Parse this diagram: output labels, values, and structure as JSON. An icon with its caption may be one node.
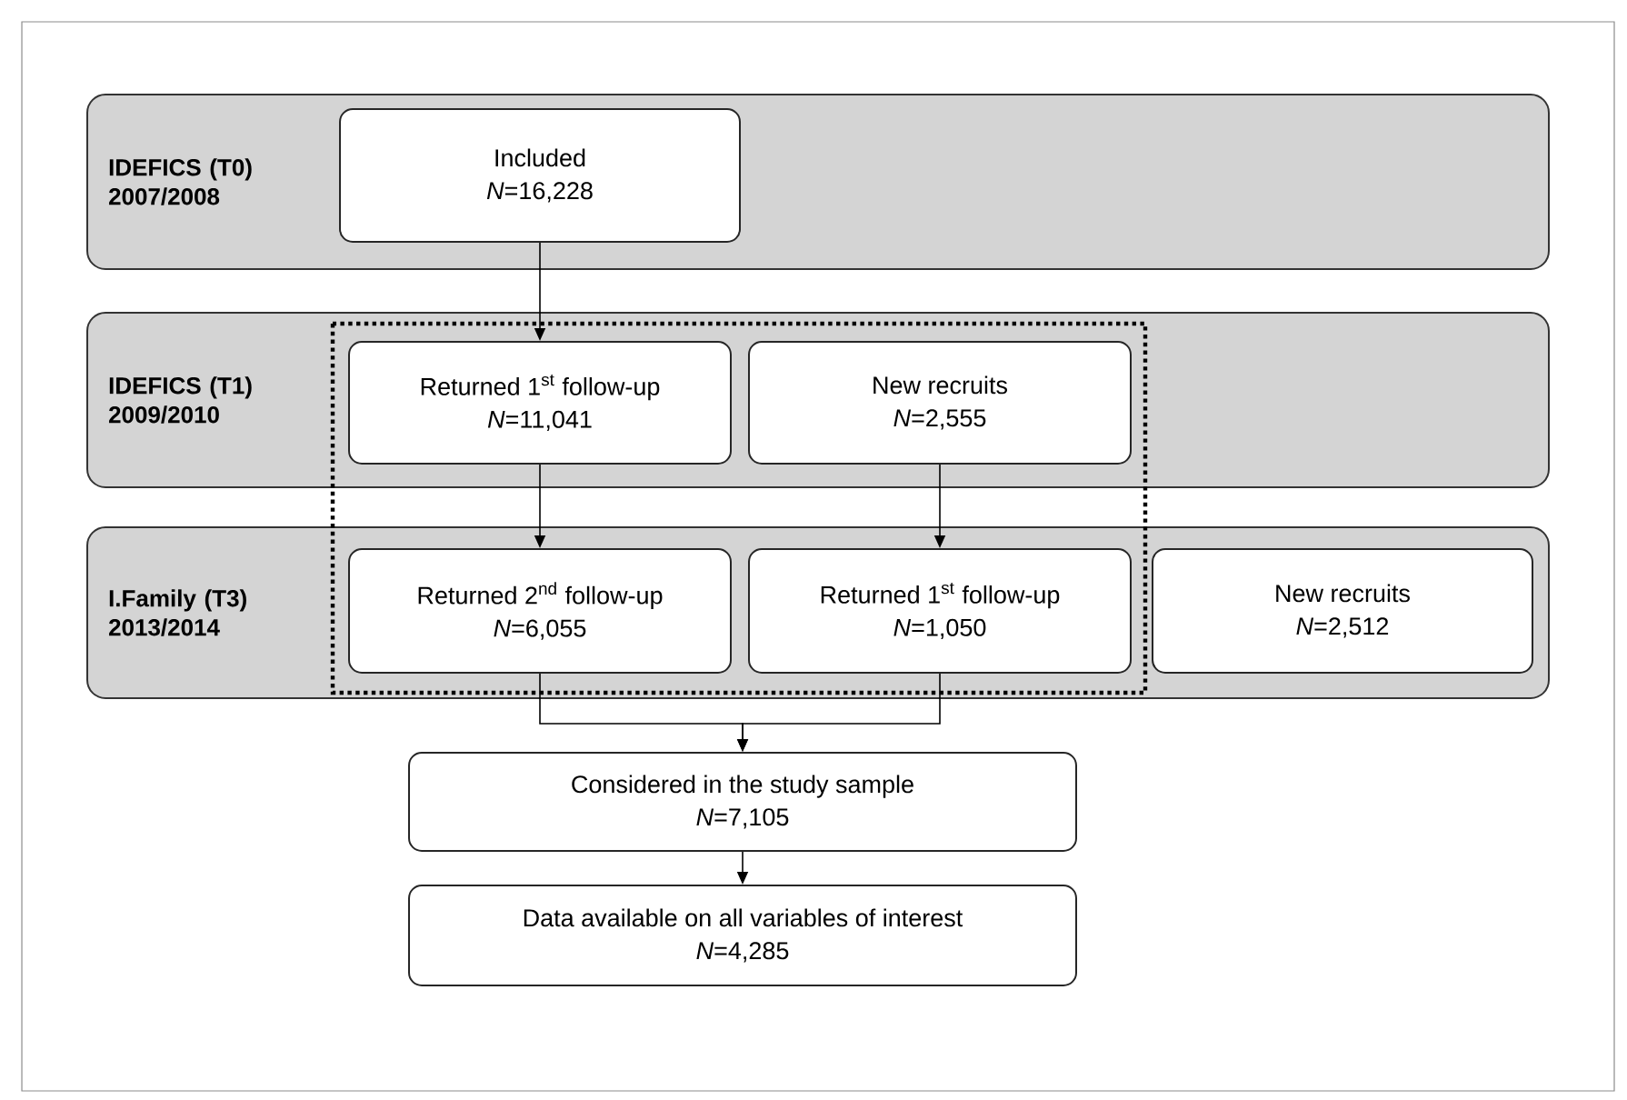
{
  "diagram": {
    "nodes": [
      {
        "text": [
          "IDEFICS (T0) 2007/2008"
        ]
      },
      {
        "text": [
          "Included",
          "*N*=16,228"
        ],
        "in": 0
      },
      {
        "text": [
          "IDEFICS (T1) 2009/2010"
        ]
      },
      {
        "text": [
          "Returned 1$^{st}$ follow-up",
          "*N*=11,041"
        ],
        "in": 2
      },
      {
        "text": [
          "New recruits",
          "*N*=2,555"
        ],
        "in": 2
      },
      {
        "text": [
          "I.Family (T3) 2013/2014"
        ]
      },
      {
        "text": [
          "Returned 2$^{nd}$ follow-up",
          "*N*=6,055"
        ],
        "in": 5
      },
      {
        "text": [
          "Returned 1$^{st}$ follow-up",
          "*N*=1,050"
        ],
        "in": 5
      },
      {
        "text": [
          "New recruits",
          "*N*=2,512"
        ],
        "in": 5
      },
      {
        "text": [
          "Considered in the study sample",
          "*N*=7,105"
        ]
      },
      {
        "text": [
          "Data available on all variables of interest",
          "*N*=4,285"
        ]
      }
    ],
    "edges": [
      {
        "from": 1,
        "to": 3,
        "arrow": "to"
      },
      {
        "from": 3,
        "to": 6,
        "arrow": "to"
      },
      {
        "from": 4,
        "to": 7,
        "arrow": "to"
      },
      {
        "from": 6,
        "to": 9,
        "arrow": "to"
      },
      {
        "from": 7,
        "to": 9,
        "arrow": "to"
      },
      {
        "from": 9,
        "to": 10,
        "arrow": "to"
      }
    ]
  }
}
